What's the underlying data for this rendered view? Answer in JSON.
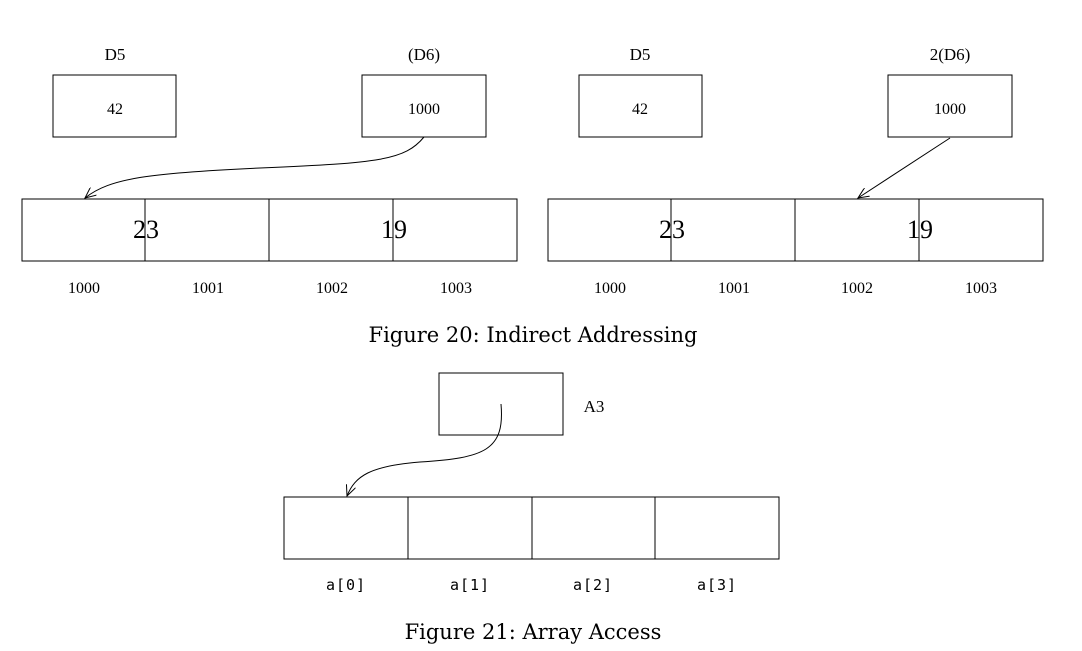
{
  "figure20": {
    "left": {
      "reg_label": "D5",
      "reg_value": "42",
      "ptr_label": "(D6)",
      "ptr_value": "1000",
      "word1": "23",
      "word2": "19",
      "addresses": [
        "1000",
        "1001",
        "1002",
        "1003"
      ]
    },
    "right": {
      "reg_label": "D5",
      "reg_value": "42",
      "ptr_label": "2(D6)",
      "ptr_value": "1000",
      "word1": "23",
      "word2": "19",
      "addresses": [
        "1000",
        "1001",
        "1002",
        "1003"
      ]
    },
    "caption": "Figure 20: Indirect Addressing"
  },
  "figure21": {
    "reg_label": "A3",
    "cells": [
      "a[0]",
      "a[1]",
      "a[2]",
      "a[3]"
    ],
    "caption": "Figure 21: Array Access"
  }
}
